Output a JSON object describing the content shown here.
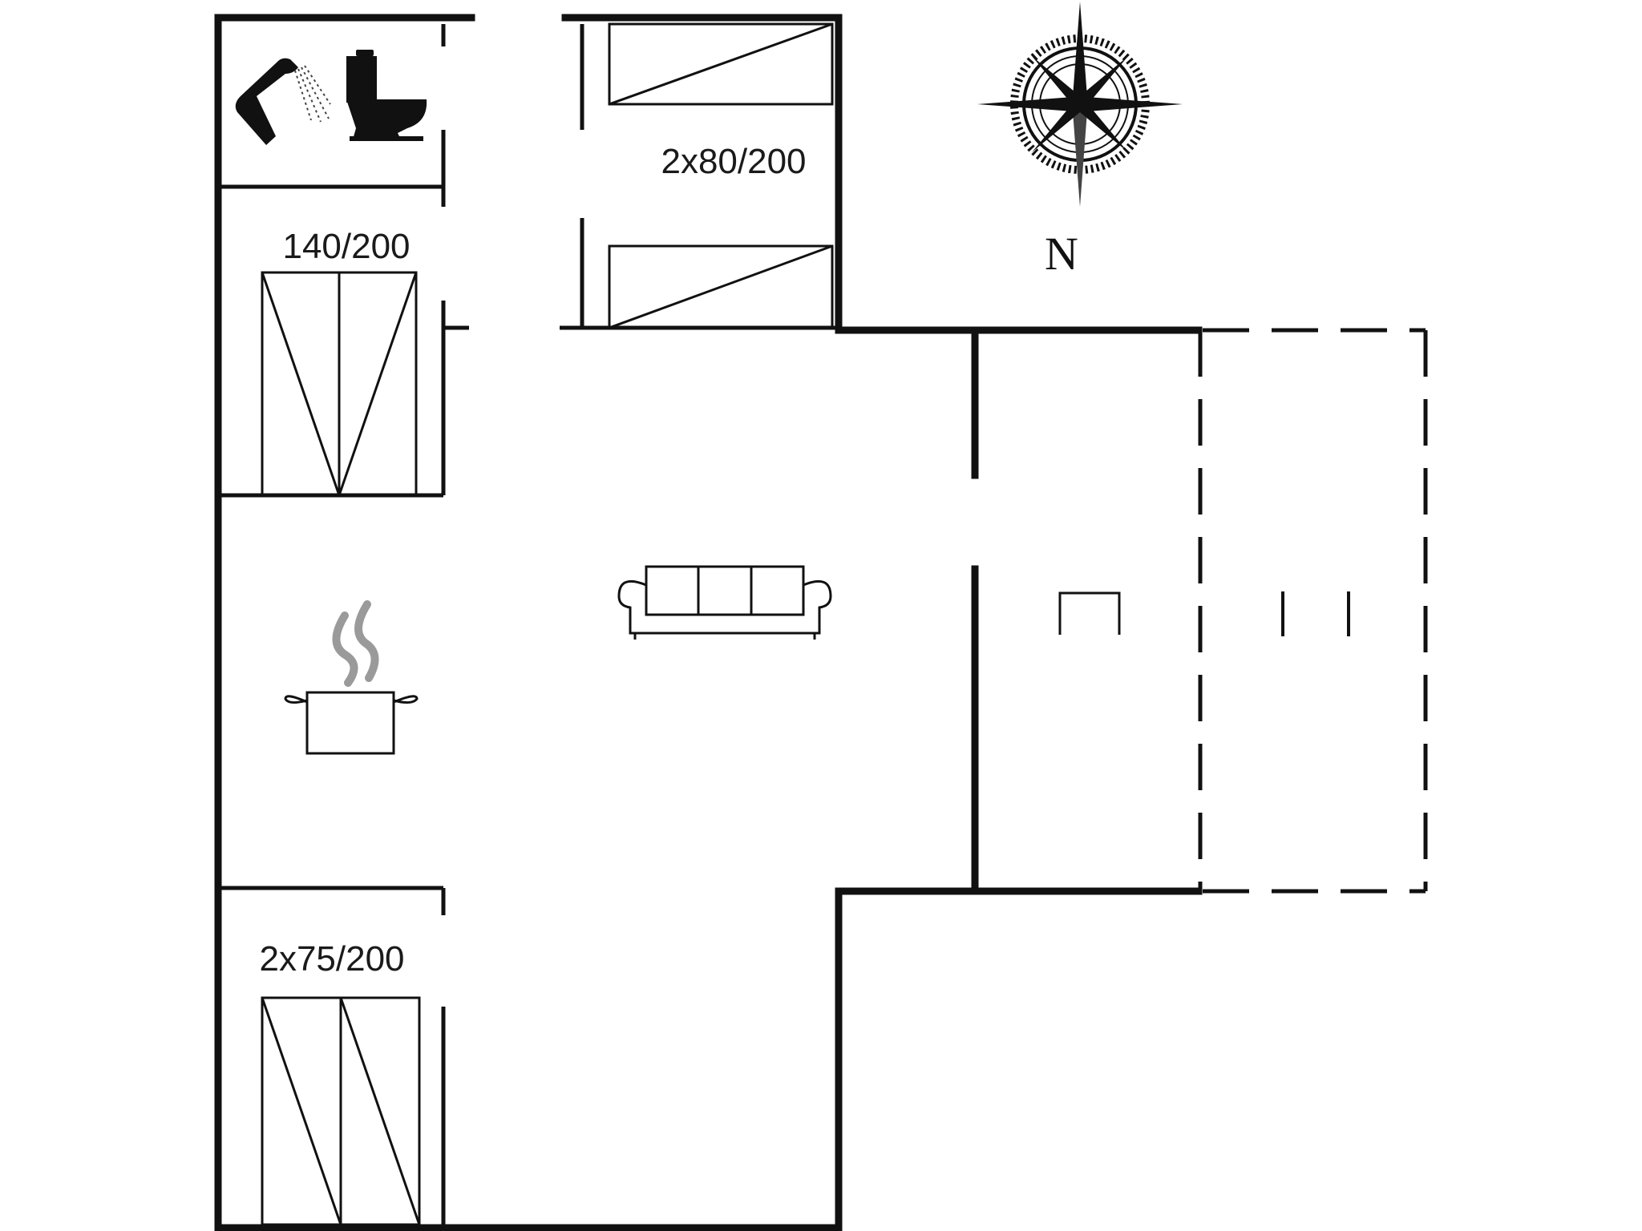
{
  "floor_plan": {
    "bed_labels": {
      "master_bed": "140/200",
      "twin_beds_top": "2x80/200",
      "twin_beds_bottom": "2x75/200"
    },
    "compass": {
      "north_label": "N"
    },
    "icons": [
      "shower-icon",
      "toilet-icon",
      "cooking-pot-icon",
      "sofa-icon",
      "compass-rose-icon",
      "fireplace-icon"
    ]
  }
}
